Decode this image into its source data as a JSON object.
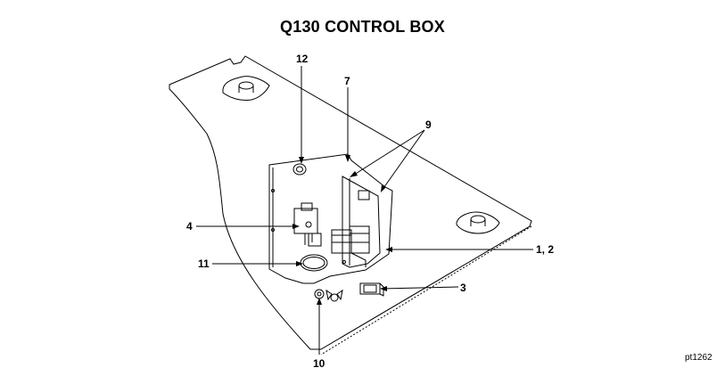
{
  "title": "Q130 CONTROL BOX",
  "callouts": {
    "c12": "12",
    "c7": "7",
    "c9": "9",
    "c4": "4",
    "c11": "11",
    "c1_2": "1, 2",
    "c3": "3",
    "c10": "10"
  },
  "figure_ref": "pt1262",
  "colors": {
    "line": "#000000",
    "background": "#ffffff"
  }
}
